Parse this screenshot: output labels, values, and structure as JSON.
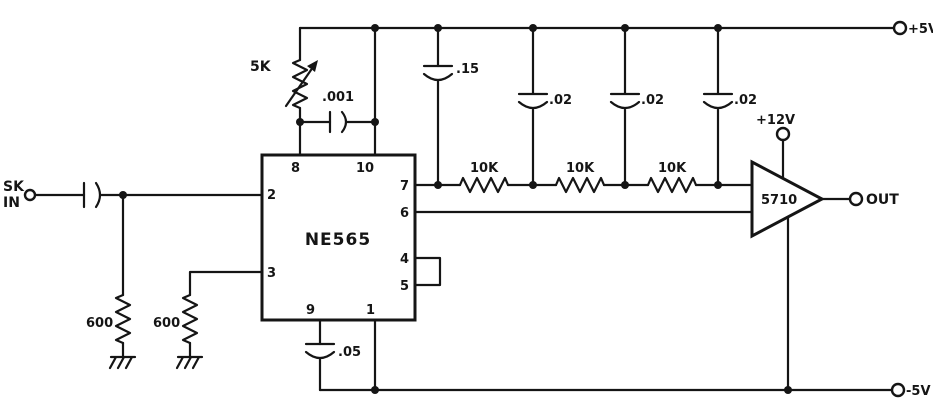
{
  "meta": {
    "description": "Schematic of an NE565 phase-locked-loop circuit driving a 5710 comparator"
  },
  "colors": {
    "ink": "#151515",
    "background": "#ffffff"
  },
  "terminals": {
    "input_line1": "SK",
    "input_line2": "IN",
    "supply_pos": "+5V",
    "supply_neg": "-5V",
    "comp_supply": "+12V",
    "output": "OUT"
  },
  "ic": {
    "name": "NE565",
    "pins": {
      "p2": "2",
      "p3": "3",
      "p8": "8",
      "p10": "10",
      "p7": "7",
      "p6": "6",
      "p4": "4",
      "p5": "5",
      "p9": "9",
      "p1": "1"
    }
  },
  "comparator": {
    "name": "5710"
  },
  "components": {
    "pot": "5K",
    "r_input_1": "600",
    "r_input_2": "600",
    "r_ladder_1": "10K",
    "r_ladder_2": "10K",
    "r_ladder_3": "10K",
    "c_pin8_10": ".001",
    "c_loop": ".15",
    "c_filter_1": ".02",
    "c_filter_2": ".02",
    "c_filter_3": ".02",
    "c_timing": ".05"
  }
}
